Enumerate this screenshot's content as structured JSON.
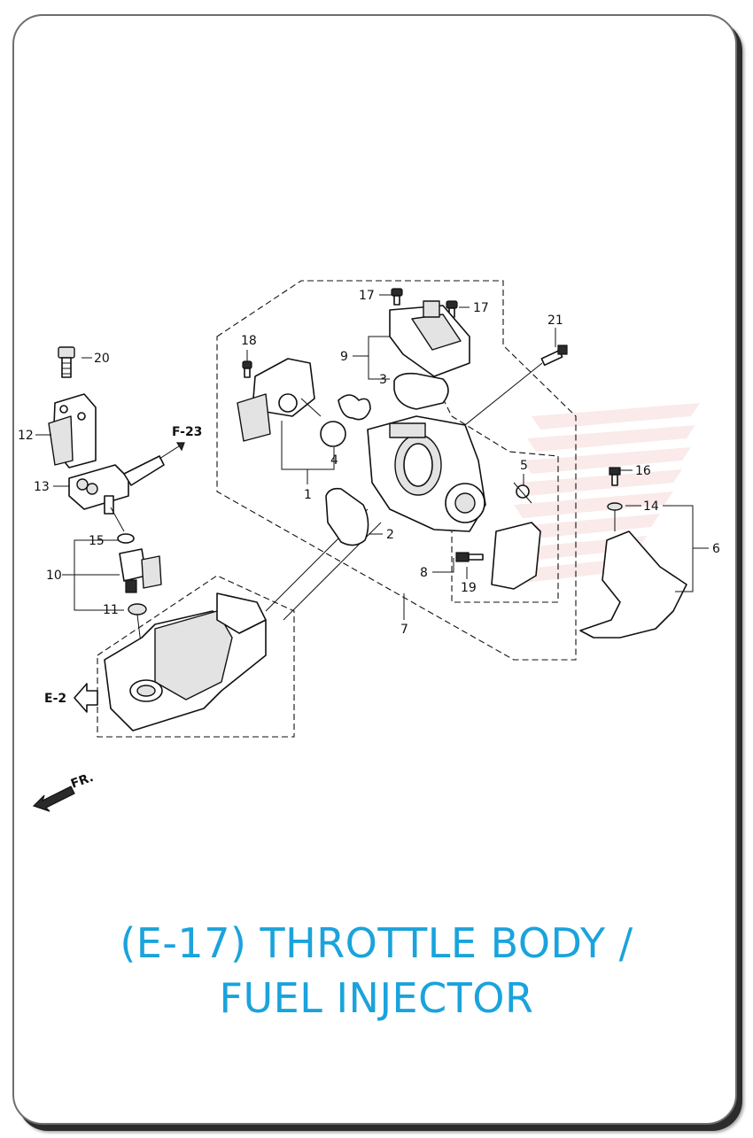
{
  "title": {
    "line1": "(E-17) THROTTLE BODY /",
    "line2": "FUEL INJECTOR"
  },
  "refs": {
    "f23": "F-23",
    "e2": "E-2",
    "fr": "FR."
  },
  "callouts": [
    "1",
    "2",
    "3",
    "4",
    "5",
    "6",
    "7",
    "8",
    "9",
    "10",
    "11",
    "12",
    "13",
    "14",
    "15",
    "16",
    "17",
    "17",
    "18",
    "19",
    "20",
    "21"
  ],
  "colors": {
    "title": "#1aa3dc",
    "lines": "#111111",
    "frame": "#6e6e6e"
  }
}
